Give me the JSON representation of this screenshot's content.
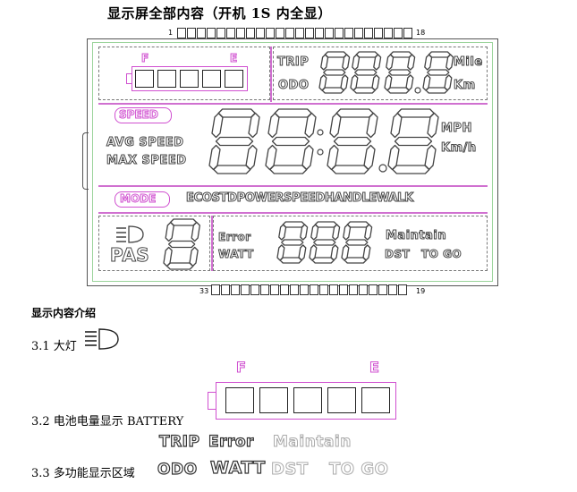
{
  "title": "显示屏全部内容（开机 1S 内全显）",
  "pins": {
    "top_left": "1",
    "top_right": "18",
    "bottom_left": "33",
    "bottom_right": "19"
  },
  "lcd": {
    "battery_f": "F",
    "battery_e": "E",
    "trip": "TRIP",
    "odo": "ODO",
    "mile": "Mile",
    "km": "Km",
    "speed_badge": "SPEED",
    "avg_speed": "AVG SPEED",
    "max_speed": "MAX SPEED",
    "mph": "MPH",
    "kmh": "Km/h",
    "mode_badge": "MODE",
    "modes": "ECOSTDPOWERSPEEDHANDLEWALK",
    "pas": "PAS",
    "error": "Error",
    "watt": "WATT",
    "maintain": "Maintain",
    "dst": "DST",
    "to_go": "TO GO"
  },
  "section_title": "显示内容介绍",
  "items": [
    {
      "label": "3.1 大灯"
    },
    {
      "label": "3.2 电池电量显示  BATTERY"
    },
    {
      "label": "3.3 多功能显示区域"
    }
  ],
  "battery_large": {
    "f": "F",
    "e": "E"
  },
  "multi": {
    "trip": "TRIP",
    "error": "Error",
    "maintain": "Maintain",
    "odo": "ODO",
    "watt": "WATT",
    "dst": "DST",
    "to_go": "TO GO"
  }
}
